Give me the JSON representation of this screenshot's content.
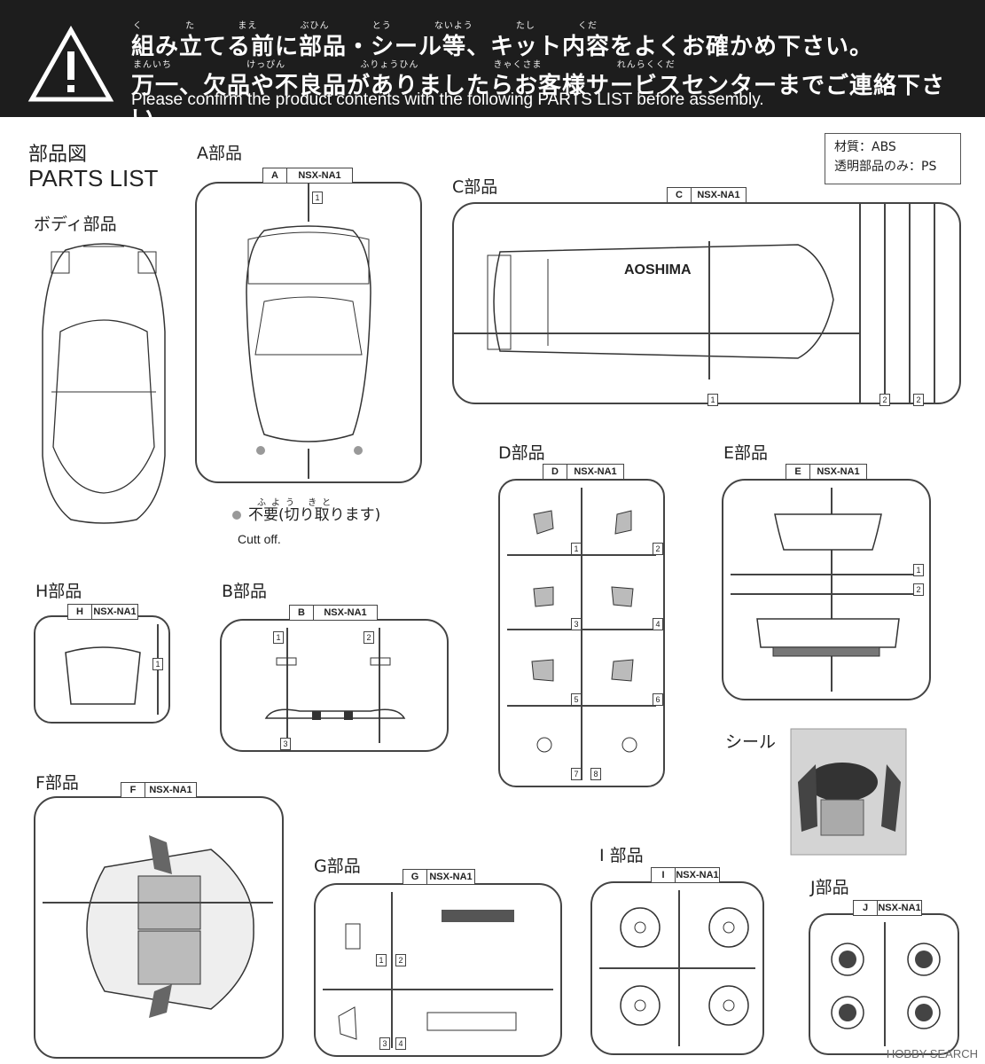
{
  "banner": {
    "line1": "組み立てる前に部品・シール等、キット内容をよくお確かめ下さい。",
    "line1_ruby": "く た まえ ぶひん とう ないよう たし くだ",
    "line2": "万一、欠品や不良品がありましたらお客様サービスセンターまでご連絡下さい。",
    "line2_ruby": "まんいち けっぴん ふりょうひん きゃくさま れんらくくだ",
    "english": "Please confirm the product contents with the following PARTS LIST before assembly."
  },
  "parts_list": {
    "title_jp": "部品図",
    "title_en": "PARTS LIST",
    "body_label": "ボディ部品"
  },
  "material": {
    "line1": "材質：ABS",
    "line2": "透明部品のみ：PS"
  },
  "note": {
    "ruby": "ふよう きと",
    "text": "不要(切り取ります)",
    "english": "Cutt off."
  },
  "sprues": [
    {
      "id": "A",
      "label": "A部品",
      "model": "NSX-NA1"
    },
    {
      "id": "B",
      "label": "B部品",
      "model": "NSX-NA1"
    },
    {
      "id": "C",
      "label": "C部品",
      "model": "NSX-NA1"
    },
    {
      "id": "D",
      "label": "D部品",
      "model": "NSX-NA1"
    },
    {
      "id": "E",
      "label": "E部品",
      "model": "NSX-NA1"
    },
    {
      "id": "F",
      "label": "F部品",
      "model": "NSX-NA1"
    },
    {
      "id": "G",
      "label": "G部品",
      "model": "NSX-NA1"
    },
    {
      "id": "H",
      "label": "H部品",
      "model": "NSX-NA1"
    },
    {
      "id": "I",
      "label": "I 部品",
      "model": "NSX-NA1"
    },
    {
      "id": "J",
      "label": "J部品",
      "model": "NSX-NA1"
    }
  ],
  "sticker_label": "シール",
  "chassis_logo": "AOSHIMA",
  "watermark": "HOBBY SEARCH",
  "numbers": [
    "1",
    "2",
    "3",
    "4",
    "5",
    "6",
    "7",
    "8"
  ]
}
